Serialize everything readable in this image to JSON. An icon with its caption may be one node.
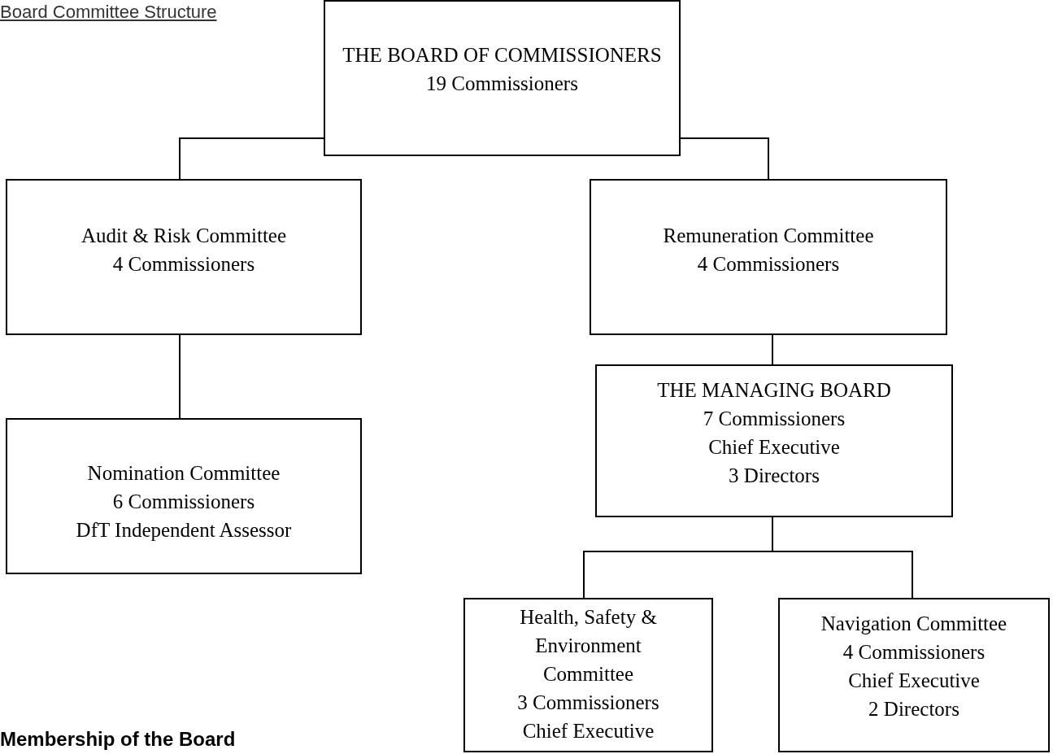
{
  "diagram": {
    "title": "Board Committee Structure",
    "nodes": [
      {
        "text": [
          "THE BOARD OF COMMISSIONERS",
          "19 Commissioners"
        ]
      },
      {
        "text": [
          "Audit & Risk Committee",
          "4 Commissioners"
        ]
      },
      {
        "text": [
          "Remuneration Committee",
          "4 Commissioners"
        ]
      },
      {
        "text": [
          "Nomination Committee",
          "6 Commissioners",
          "DfT Independent Assessor"
        ]
      },
      {
        "text": [
          "THE MANAGING BOARD",
          "7 Commissioners",
          "Chief Executive",
          "3 Directors"
        ]
      },
      {
        "text": [
          "Health, Safety & Environment Committee",
          "3 Commissioners",
          "Chief Executive"
        ]
      },
      {
        "text": [
          "Navigation Committee",
          "4 Commissioners",
          "Chief Executive",
          "2 Directors"
        ]
      }
    ],
    "edges": [
      {
        "from": 0,
        "to": 1,
        "arrow": "none"
      },
      {
        "from": 0,
        "to": 2,
        "arrow": "none"
      },
      {
        "from": 1,
        "to": 3,
        "arrow": "none"
      },
      {
        "from": 2,
        "to": 4,
        "arrow": "none"
      },
      {
        "from": 4,
        "to": 5,
        "arrow": "none"
      },
      {
        "from": 4,
        "to": 6,
        "arrow": "none"
      }
    ],
    "labels": [
      "Membership of the Board"
    ]
  }
}
